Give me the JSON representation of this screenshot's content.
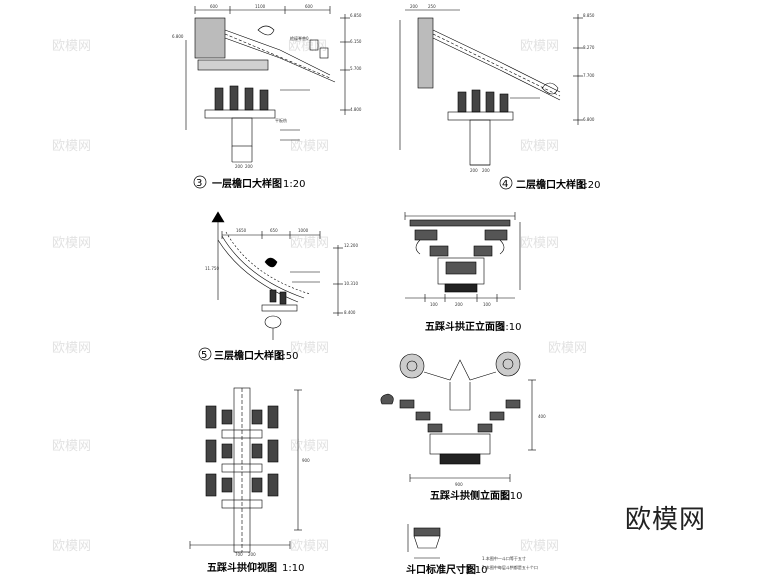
{
  "drawings": [
    {
      "id": "d3",
      "number": "3",
      "title": "一层檐口大样图",
      "scale": "1:20"
    },
    {
      "id": "d4",
      "number": "4",
      "title": "二层檐口大样图",
      "scale": "1:20"
    },
    {
      "id": "d5",
      "number": "5",
      "title": "三层檐口大样图",
      "scale": "1:50"
    },
    {
      "id": "d6",
      "number": "",
      "title": "五踩斗拱正立面图",
      "scale": "1:10"
    },
    {
      "id": "d7",
      "number": "",
      "title": "五踩斗拱仰视图",
      "scale": "1:10"
    },
    {
      "id": "d8",
      "number": "",
      "title": "五踩斗拱侧立面图",
      "scale": "1:10"
    },
    {
      "id": "d9",
      "number": "",
      "title": "斗口标准尺寸图",
      "scale": "1:10"
    }
  ],
  "elevations": {
    "d3": [
      "6.850",
      "6.150",
      "5.700",
      "4.800",
      "6.800"
    ],
    "d4": [
      "8.850",
      "8.270",
      "7.700",
      "6.800"
    ],
    "d5": [
      "12.200",
      "10.310",
      "11.750",
      "8.400"
    ]
  },
  "dimensions": {
    "d3_top": [
      "600",
      "1100",
      "600"
    ],
    "d3_bottom": [
      "200",
      "200"
    ],
    "d4_top": [
      "200",
      "250"
    ],
    "d4_bottom": [
      "200",
      "200"
    ],
    "d5_top": [
      "1650",
      "650",
      "1000"
    ],
    "d6_bottom": [
      "100",
      "200",
      "100"
    ],
    "d7_bottom": [
      "700",
      "200"
    ],
    "d7_side": "900",
    "d8_bottom": "900",
    "d8_side": "400"
  },
  "notes": [
    "1.本图中一斗口等于五寸",
    "2.本图中每层斗拱都是五十个口"
  ],
  "watermark": "欧模网",
  "brand": "欧模网"
}
